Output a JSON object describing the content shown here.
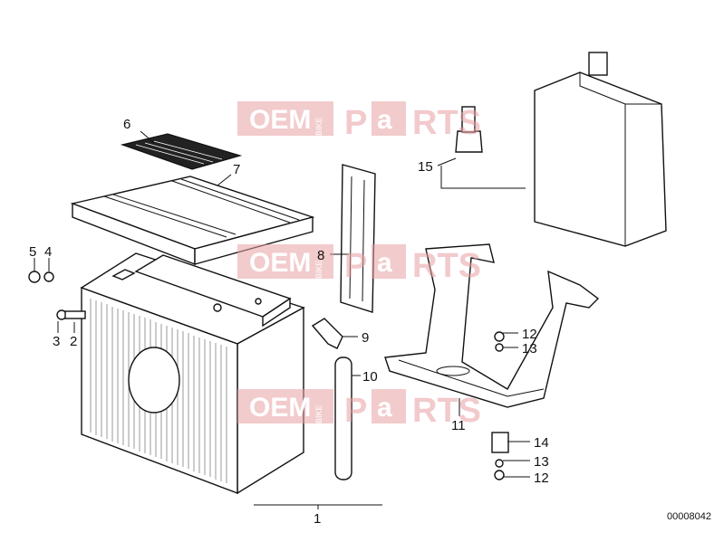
{
  "callouts": [
    "1",
    "2",
    "3",
    "4",
    "5",
    "6",
    "7",
    "8",
    "9",
    "10",
    "11",
    "12",
    "13",
    "14",
    "15"
  ],
  "callout_13b": "13",
  "callout_12b": "12",
  "diagram_id": "00008042",
  "watermark": {
    "oem": "OEM",
    "bike": "BIKE",
    "parts_p": "P",
    "parts_a": "a",
    "parts_rts": "RTS"
  }
}
